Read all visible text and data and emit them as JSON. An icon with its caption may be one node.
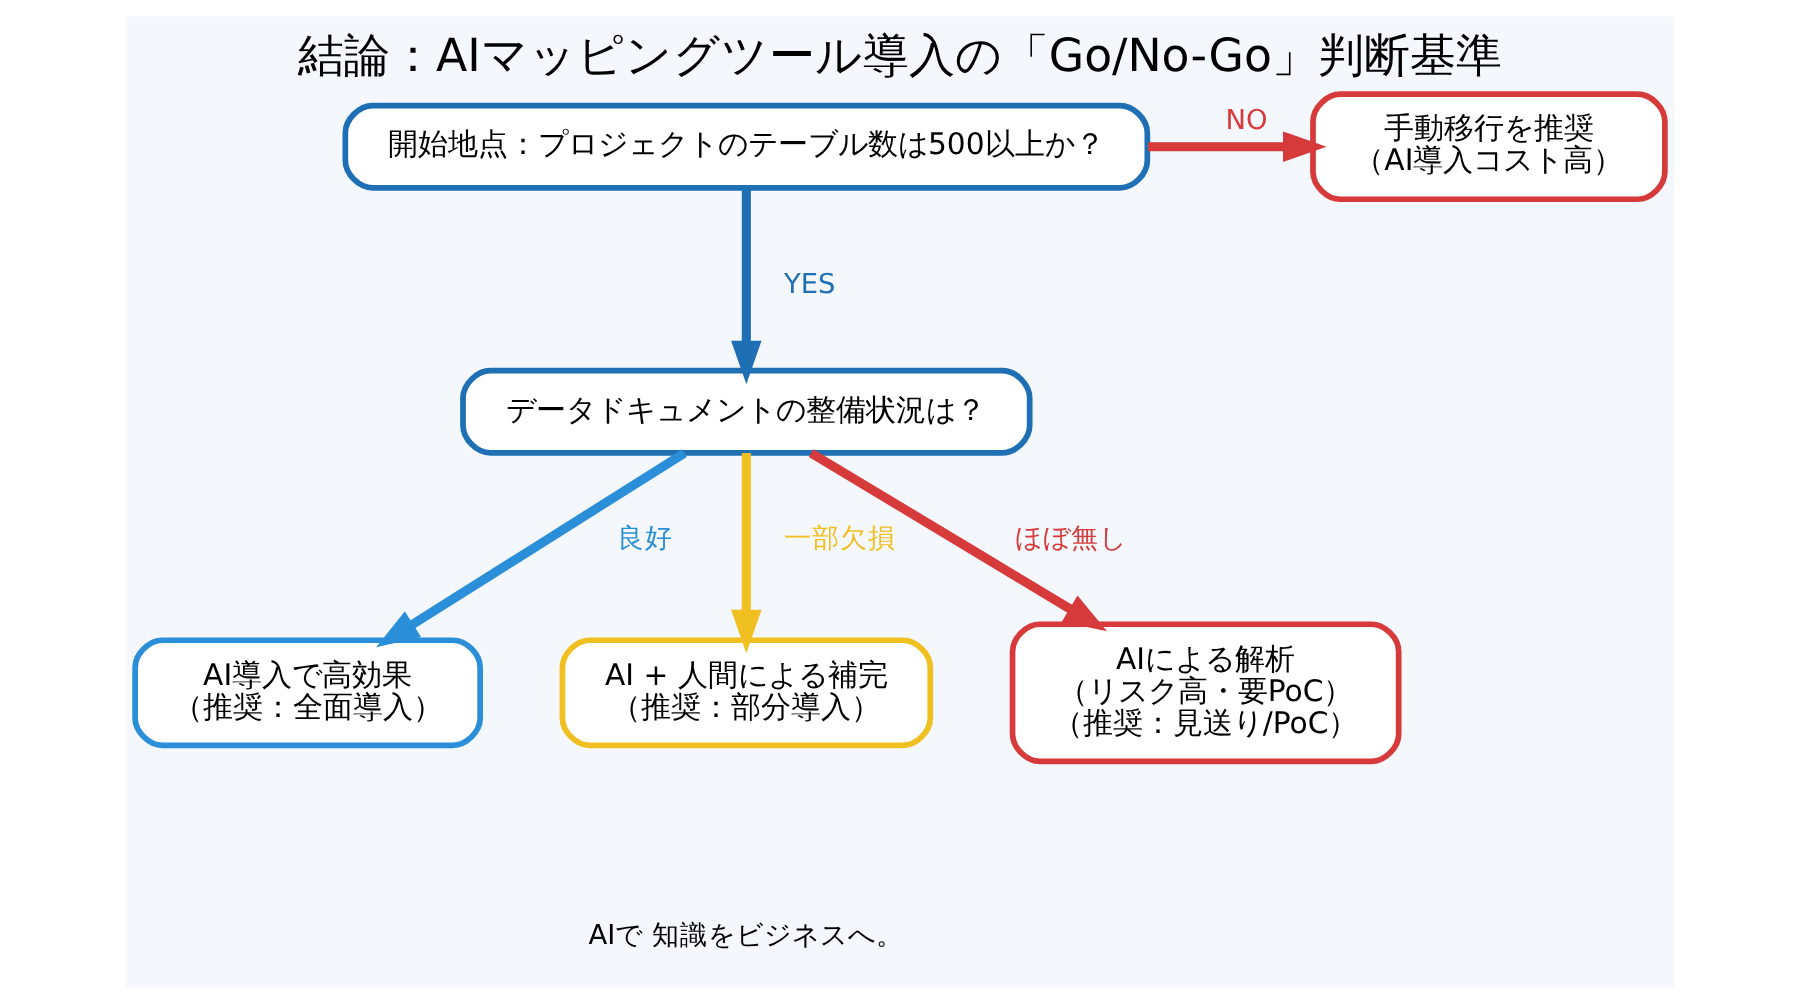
{
  "diagram": {
    "title": "結論：AIマッピングツール導入の「Go/No-Go」判断基準",
    "nodes": [
      {
        "text": [
          "開始地点：プロジェクトのテーブル数は500以上か？"
        ]
      },
      {
        "text": [
          "手動移行を推奨",
          "（AI導入コスト高）"
        ]
      },
      {
        "text": [
          "データドキュメントの整備状況は？"
        ]
      },
      {
        "text": [
          "AI導入で高効果",
          "（推奨：全面導入）"
        ]
      },
      {
        "text": [
          "AI + 人間による補完",
          "（推奨：部分導入）"
        ]
      },
      {
        "text": [
          "AIによる解析",
          "（リスク高・要PoC）",
          "（推奨：見送り/PoC）"
        ]
      }
    ],
    "edges": [
      {
        "from": 0,
        "to": 2,
        "arrow": "to",
        "label": "YES",
        "color": "#1f6fb5"
      },
      {
        "from": 0,
        "to": 1,
        "arrow": "to",
        "label": "NO",
        "color": "#d63a3a"
      },
      {
        "from": 2,
        "to": 3,
        "arrow": "to",
        "label": "良好",
        "color": "#2a8fd8"
      },
      {
        "from": 2,
        "to": 4,
        "arrow": "to",
        "label": "一部欠損",
        "color": "#f0c020"
      },
      {
        "from": 2,
        "to": 5,
        "arrow": "to",
        "label": "ほぼ無し",
        "color": "#d63a3a"
      }
    ],
    "labels": [
      "AIで 知識をビジネスへ。"
    ]
  }
}
